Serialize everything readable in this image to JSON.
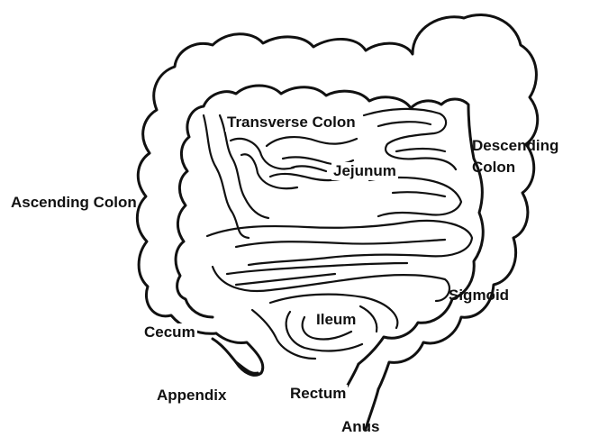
{
  "labels": {
    "transverse_colon": "Transverse Colon",
    "descending_colon_line1": "Descending",
    "descending_colon_line2": "Colon",
    "ascending_colon": "Ascending Colon",
    "jejunum": "Jejunum",
    "sigmoid": "Sigmoid",
    "cecum": "Cecum",
    "ileum": "Ileum",
    "appendix": "Appendix",
    "rectum": "Rectum",
    "anus": "Anus"
  },
  "colors": {
    "ink": "#111111",
    "background": "#ffffff"
  }
}
